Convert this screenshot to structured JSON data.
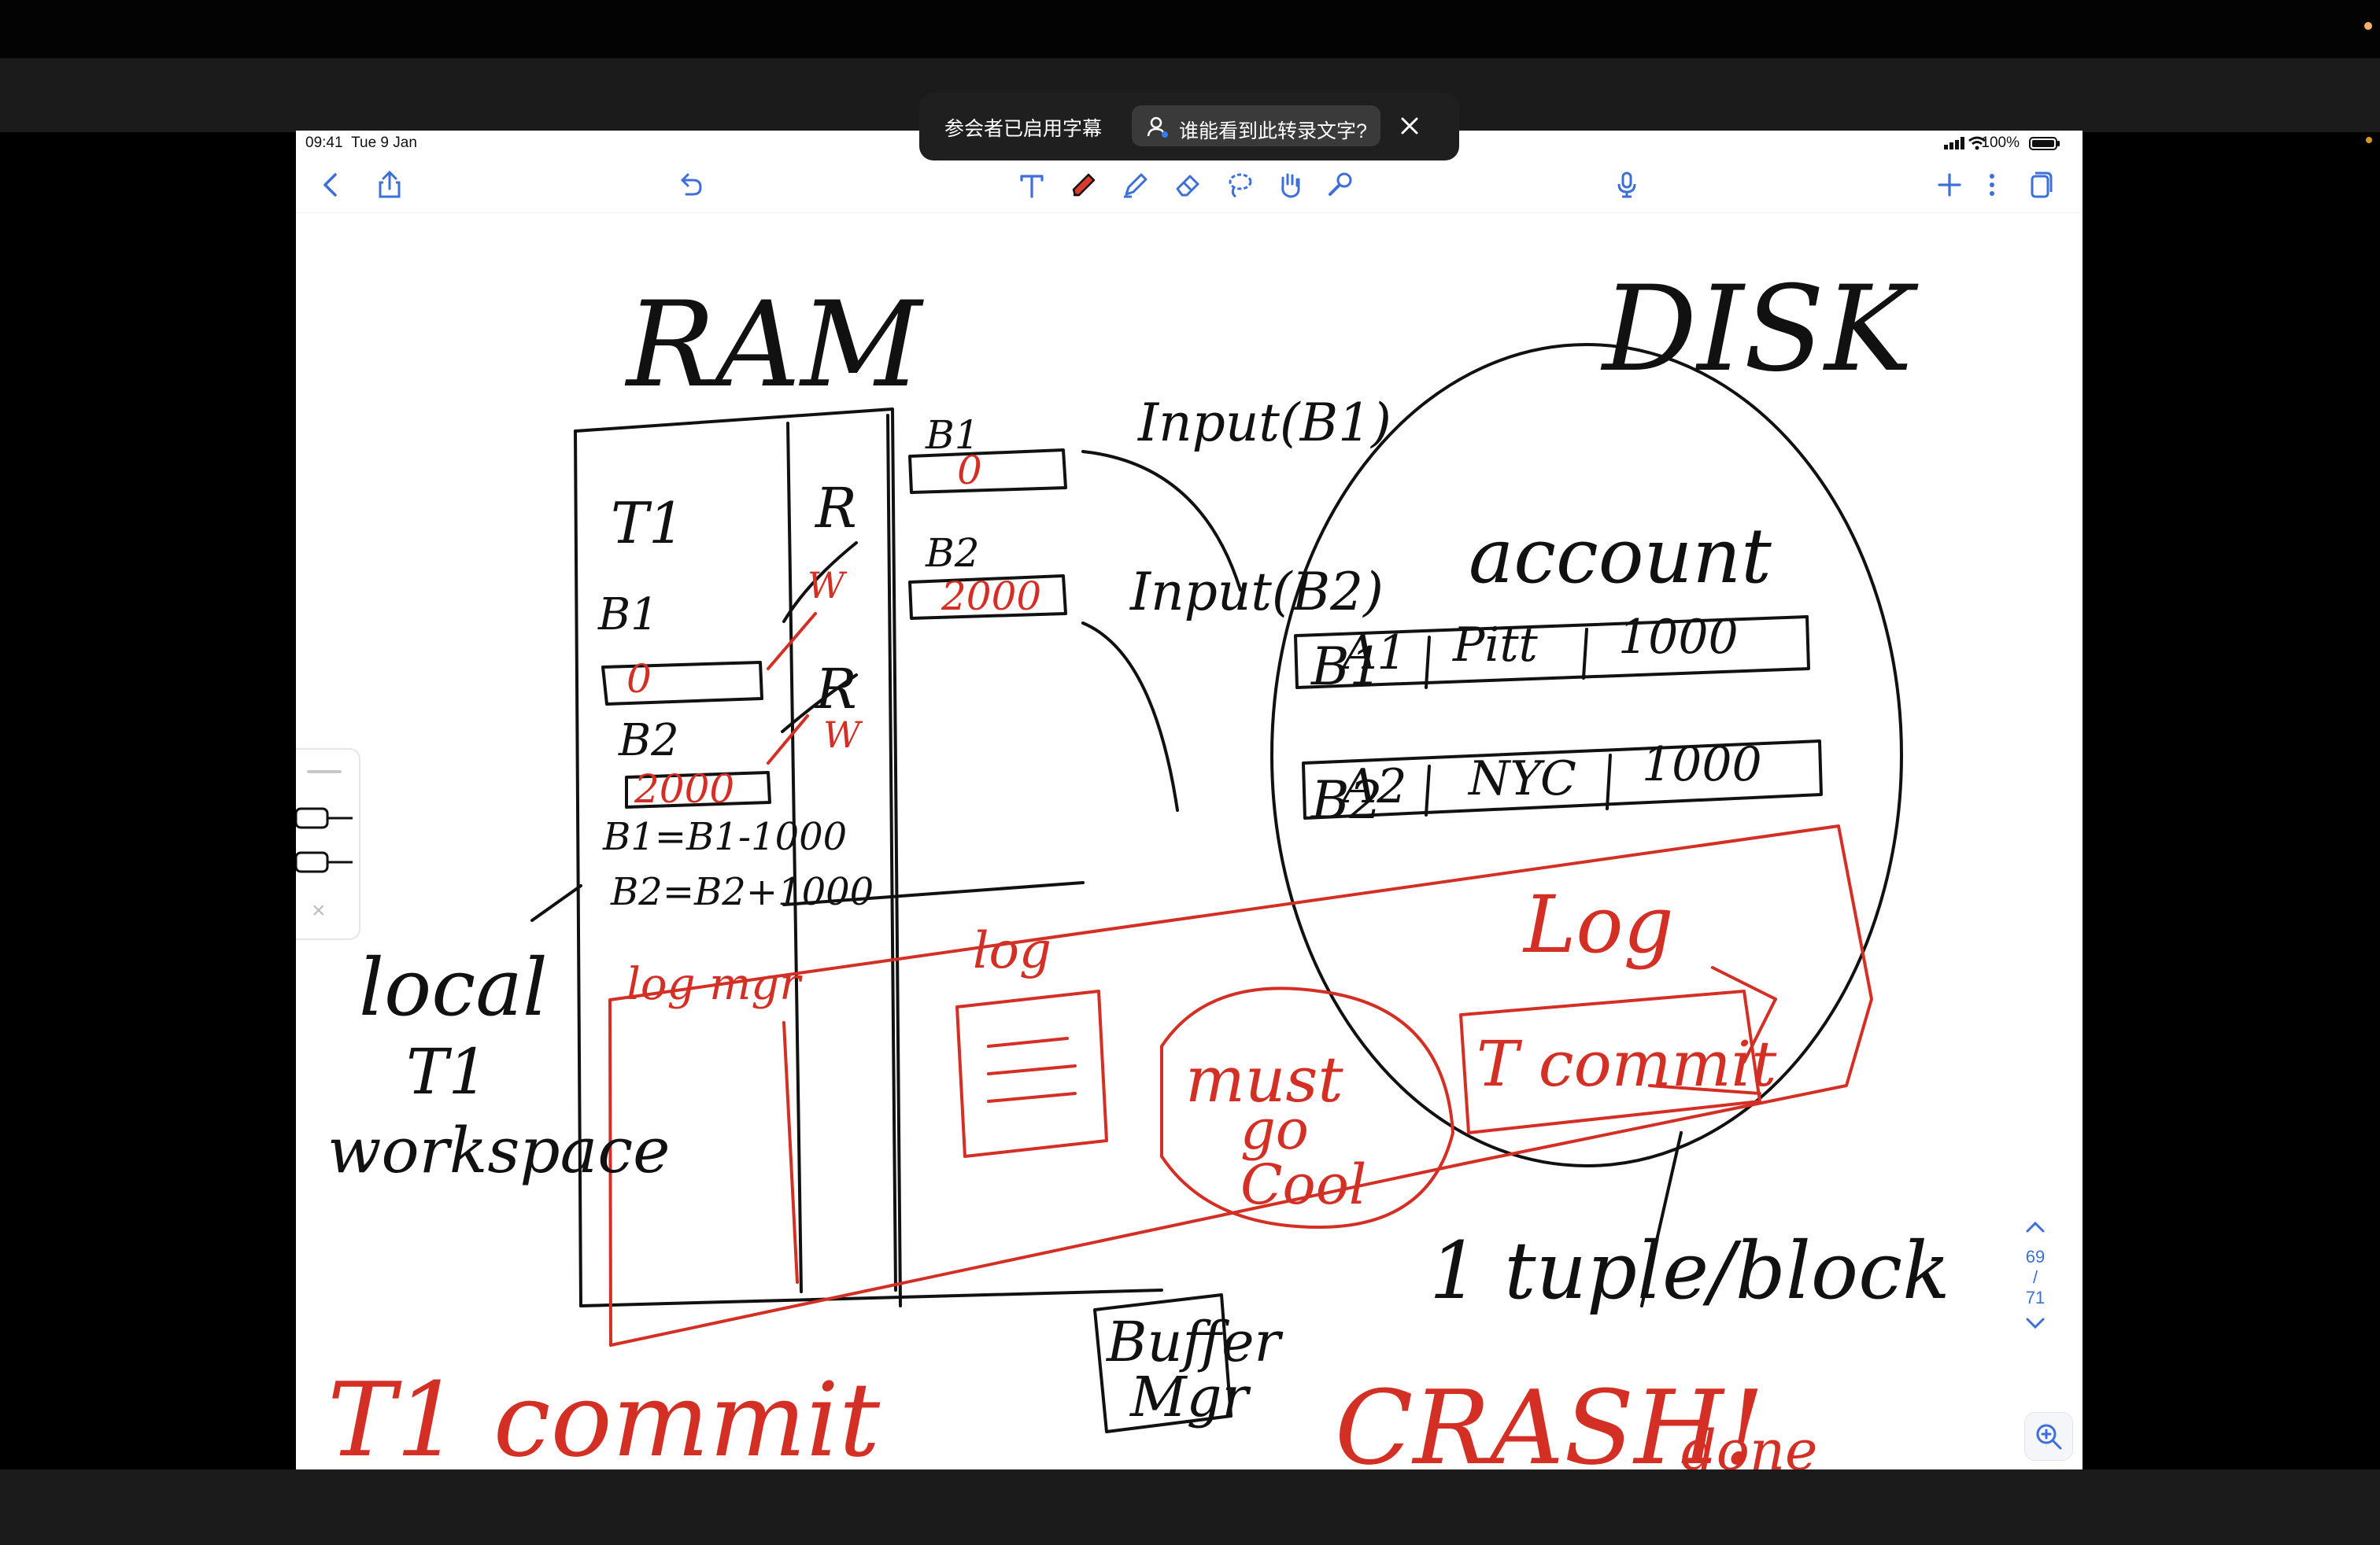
{
  "caption_banner": {
    "text": "参会者已启用字幕",
    "who_can_see": "谁能看到此转录文字?",
    "close_icon": "close-icon",
    "user_icon": "user-icon"
  },
  "status_bar": {
    "time": "09:41",
    "date": "Tue 9 Jan",
    "battery": "100%"
  },
  "toolbar": {
    "back_icon": "chevron-left-icon",
    "share_icon": "share-icon",
    "undo_icon": "undo-icon",
    "tools": [
      "text-tool-icon",
      "pen-tool-icon",
      "highlighter-tool-icon",
      "eraser-tool-icon",
      "lasso-tool-icon",
      "hand-tool-icon",
      "laser-pointer-icon"
    ],
    "mic_icon": "microphone-icon",
    "add_icon": "plus-icon",
    "more_icon": "more-vertical-icon",
    "pages_icon": "pages-icon",
    "accent_color": "#3c6fd8",
    "pen_color": "#d93a2b"
  },
  "pager": {
    "current": "69",
    "separator": "/",
    "total": "71"
  },
  "notes": {
    "ram": "RAM",
    "disk": "DISK",
    "t1": "T1",
    "b1": "B1",
    "b2": "B2",
    "val_0": "0",
    "val_2000": "2000",
    "r": "R",
    "w": "W",
    "eq1": "B1=B1-1000",
    "eq2": "B2=B2+1000",
    "local": "local",
    "t1_ws": "T1",
    "workspace": "workspace",
    "input_b1": "Input(B1)",
    "input_b2": "Input(B2)",
    "account": "account",
    "row1_id": "A1",
    "row1_city": "Pitt",
    "row1_amt": "1000",
    "row2_id": "A2",
    "row2_city": "NYC",
    "row2_amt": "1000",
    "log_mgr": "log mgr",
    "log": "log",
    "log_disk": "Log",
    "t_commit": "T commit",
    "must_go_1": "must",
    "must_go_2": "go",
    "must_go_3": "Cool",
    "buffer": "Buffer",
    "mgr": "Mgr",
    "tuple_block": "1 tuple/block",
    "t_commit_bottom": "T1 commit",
    "crash": "CRASH!",
    "done": "done"
  },
  "ink_colors": {
    "black": "#111111",
    "red": "#d32f24"
  }
}
